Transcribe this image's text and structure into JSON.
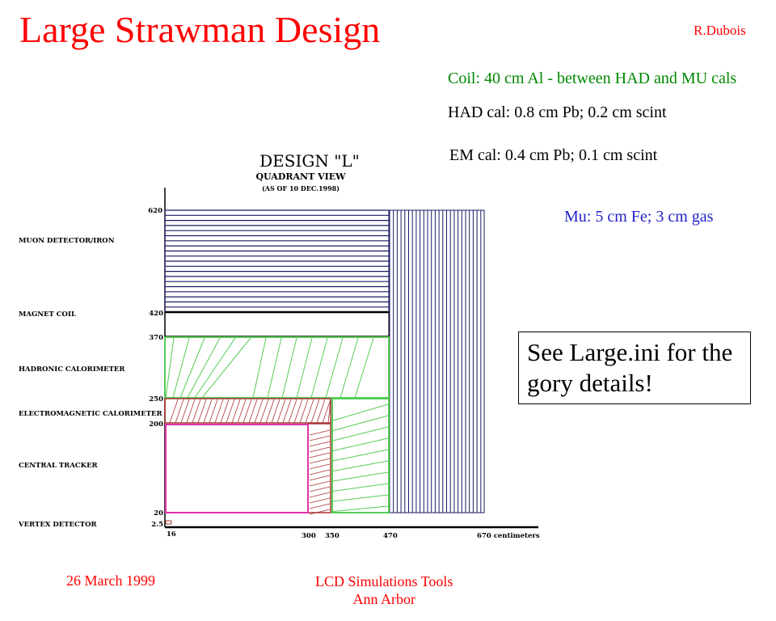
{
  "title": "Large Strawman Design",
  "author": "R.Dubois",
  "specs": {
    "coil": "Coil: 40 cm Al - between HAD and MU cals",
    "had": "HAD cal: 0.8 cm Pb; 0.2 cm scint",
    "em": "EM cal: 0.4 cm Pb; 0.1 cm scint",
    "mu": "Mu: 5 cm Fe; 3 cm gas"
  },
  "note": "See Large.ini for the gory details!",
  "footer": {
    "date": "26 March 1999",
    "org": "LCD Simulations Tools",
    "place": "Ann Arbor"
  },
  "diagram": {
    "title": "DESIGN \"L\"",
    "subtitle": "QUADRANT VIEW",
    "date": "(AS OF 10 DEC.1998)",
    "labels": [
      "MUON DETECTOR/IRON",
      "MAGNET COIL",
      "HADRONIC CALORIMETER",
      "ELECTROMAGNETIC CALORIMETER",
      "CENTRAL TRACKER",
      "VERTEX DETECTOR"
    ],
    "yticks": [
      "620",
      "420",
      "370",
      "250",
      "200",
      "20",
      "2.5"
    ],
    "xticks": [
      "16",
      "300",
      "350",
      "470",
      "670 centimeters"
    ],
    "colors": {
      "muon": "#1a1a66",
      "had": "#5c5",
      "em": "#a33",
      "tracker": "#d3a"
    }
  }
}
